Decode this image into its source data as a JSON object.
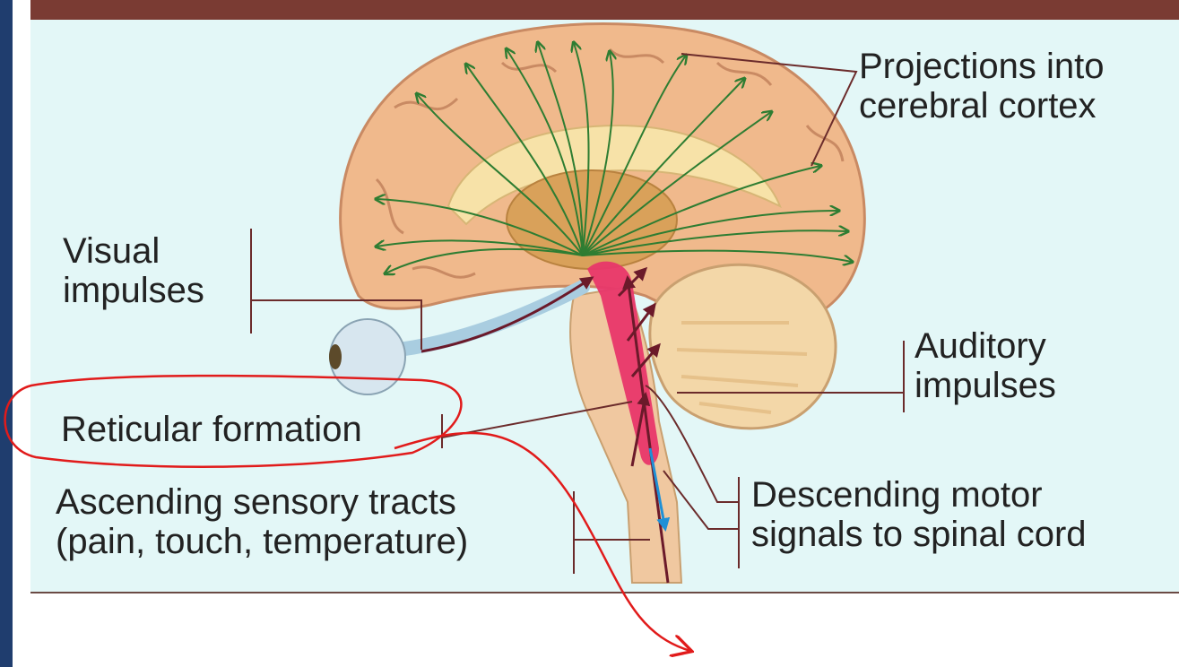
{
  "labels": {
    "projections": [
      "Projections into",
      "cerebral cortex"
    ],
    "visual": [
      "Visual",
      "impulses"
    ],
    "auditory": [
      "Auditory",
      "impulses"
    ],
    "reticular": "Reticular formation",
    "ascending": [
      "Ascending sensory tracts",
      "(pain, touch, temperature)"
    ],
    "descending": [
      "Descending motor",
      "signals to spinal cord"
    ]
  },
  "colors": {
    "header": "#7a3b33",
    "panel": "#e3f7f7",
    "brain": "#f0b98c",
    "projection_arrows": "#2e7d32",
    "reticular_formation": "#e8376a",
    "annotation": "#e11b1b",
    "leader_lines": "#6b2b2b"
  }
}
